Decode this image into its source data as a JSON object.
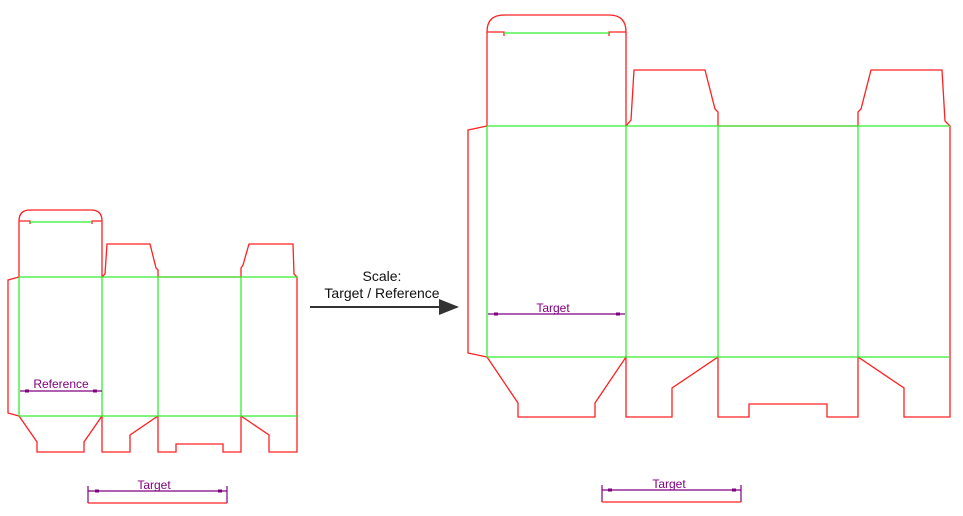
{
  "reference_box": {
    "dimension_label": "Reference",
    "target_label": "Target"
  },
  "scaled_box": {
    "dimension_label": "Target",
    "target_label": "Target"
  },
  "arrow": {
    "line1": "Scale:",
    "line2": "Target / Reference"
  },
  "colors": {
    "cut_line": "#ff2020",
    "crease_line": "#33ee33",
    "dimension": "#800080",
    "arrow": "#333333"
  }
}
